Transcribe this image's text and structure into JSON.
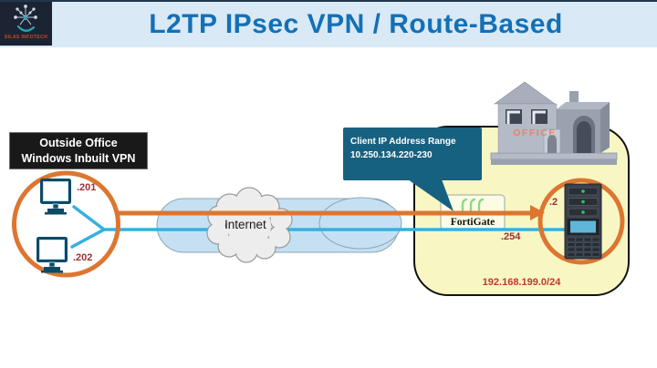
{
  "header": {
    "title": "L2TP IPsec VPN / Route-Based",
    "logo_text": "SILAS INFOTECH"
  },
  "client_site": {
    "caption_line1": "Outside Office",
    "caption_line2": "Windows Inbuilt VPN",
    "pc1_ip": ".201",
    "pc2_ip": ".202"
  },
  "internet": {
    "label": "Internet"
  },
  "callout": {
    "line1": "Client IP Address Range",
    "line2": "10.250.134.220-230"
  },
  "office_site": {
    "building_label": "OFFICE",
    "fortigate_label": "FortiGate",
    "server_ip": ".2",
    "gateway_ip": ".254",
    "lan_subnet": "192.168.199.0/24"
  },
  "colors": {
    "accent_orange": "#DD7630",
    "link_blue": "#35B0E0",
    "callout_teal": "#176180",
    "title_blue": "#1470B5",
    "site_fill_yellow": "#F8F7C4",
    "ip_label_maroon": "#9C2F38",
    "subnet_red": "#BD3A2A",
    "header_bg": "#D9E9F6",
    "header_top_navy": "#22364A"
  }
}
